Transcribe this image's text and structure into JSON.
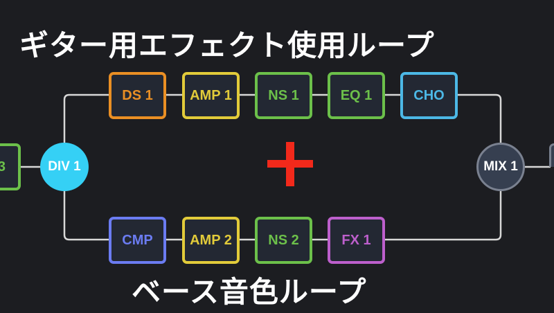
{
  "titles": {
    "top": "ギター用エフェクト使用ループ",
    "bottom": "ベース音色ループ"
  },
  "colors": {
    "background": "#1c1d21",
    "block_fill": "#232833",
    "wire": "#d8d8d8",
    "plus": "#f2291b",
    "split_node": "#35d0f5",
    "mix_node": "#363f50",
    "mix_border": "#7a8190"
  },
  "edge_blocks": {
    "previous_label": "3",
    "previous_color": "#6cc04a"
  },
  "split": {
    "label": "DIV 1"
  },
  "mixer": {
    "label": "MIX 1"
  },
  "combine_symbol": "plus-icon",
  "path_a": {
    "name": "guitar-loop",
    "blocks": [
      {
        "label": "DS 1",
        "color": "#ea8f24"
      },
      {
        "label": "AMP 1",
        "color": "#e2cb3a"
      },
      {
        "label": "NS 1",
        "color": "#6cc04a"
      },
      {
        "label": "EQ 1",
        "color": "#6cc04a"
      },
      {
        "label": "CHO",
        "color": "#4cb8e6"
      }
    ]
  },
  "path_b": {
    "name": "bass-loop",
    "blocks": [
      {
        "label": "CMP",
        "color": "#6b7cf2"
      },
      {
        "label": "AMP 2",
        "color": "#e2cb3a"
      },
      {
        "label": "NS 2",
        "color": "#6cc04a"
      },
      {
        "label": "FX 1",
        "color": "#bd5fcc"
      }
    ]
  }
}
